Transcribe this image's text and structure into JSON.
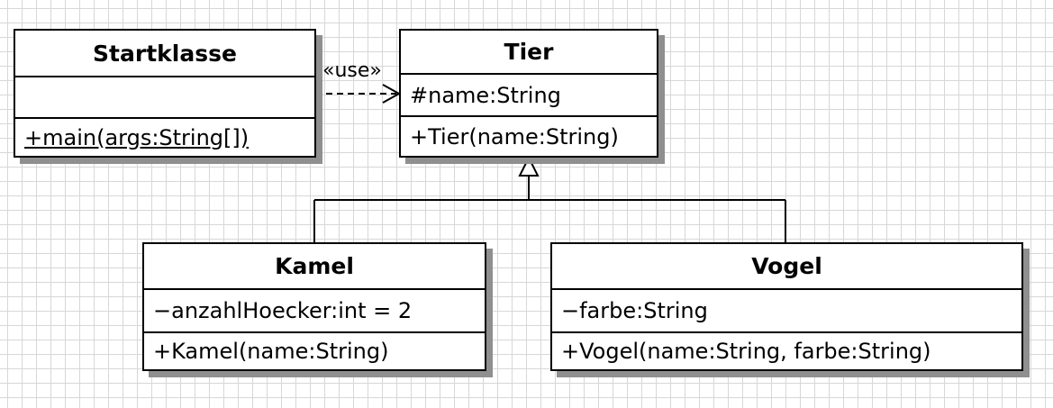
{
  "diagram": {
    "classes": {
      "startklasse": {
        "name": "Startklasse",
        "attributes": [],
        "operations": [
          "+main(args:String[])"
        ]
      },
      "tier": {
        "name": "Tier",
        "attributes": [
          "#name:String"
        ],
        "operations": [
          "+Tier(name:String)"
        ]
      },
      "kamel": {
        "name": "Kamel",
        "attributes": [
          "−anzahlHoecker:int = 2"
        ],
        "operations": [
          "+Kamel(name:String)"
        ]
      },
      "vogel": {
        "name": "Vogel",
        "attributes": [
          "−farbe:String"
        ],
        "operations": [
          "+Vogel(name:String, farbe:String)"
        ]
      }
    },
    "relations": {
      "use": {
        "from": "Startklasse",
        "to": "Tier",
        "kind": "dependency",
        "label": "«use»"
      },
      "inheritance_kamel": {
        "from": "Kamel",
        "to": "Tier",
        "kind": "generalization"
      },
      "inheritance_vogel": {
        "from": "Vogel",
        "to": "Tier",
        "kind": "generalization"
      }
    }
  }
}
